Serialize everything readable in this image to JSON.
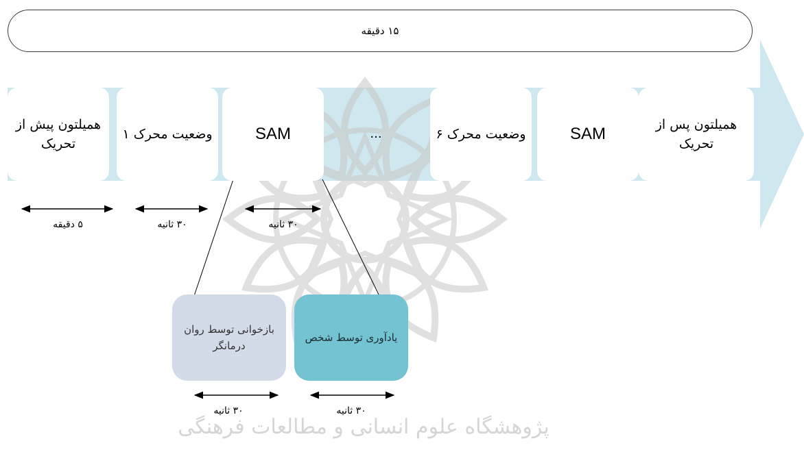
{
  "colors": {
    "big_arrow": "#cfe7ef",
    "therapist_box": "#d2dbe7",
    "self_box": "#73c3d2",
    "watermark": "#e2e2e2"
  },
  "top_banner": {
    "text": "۱۵ دقیقه"
  },
  "stages": [
    {
      "id": "pre-hamilton",
      "text": "همیلتون پیش از تحریک"
    },
    {
      "id": "trigger-state-1",
      "text": "وضعیت محرک ۱"
    },
    {
      "id": "sam-1",
      "text": "SAM"
    },
    {
      "id": "ellipsis",
      "text": "..."
    },
    {
      "id": "trigger-state-6",
      "text": "وضعیت محرک ۶"
    },
    {
      "id": "sam-2",
      "text": "SAM"
    },
    {
      "id": "post-hamilton",
      "text": "همیلتون پس از تحریک"
    }
  ],
  "durations": [
    {
      "id": "pre",
      "text": "۵ دقیقه"
    },
    {
      "id": "trigger",
      "text": "۳۰ ثانیه"
    },
    {
      "id": "sam",
      "text": "۳۰ ثانیه"
    },
    {
      "id": "therapist",
      "text": "۳۰ ثانیه"
    },
    {
      "id": "self",
      "text": "۳۰ ثانیه"
    }
  ],
  "sub_steps": {
    "therapist": {
      "text": "بازخوانی توسط روان درمانگر"
    },
    "self": {
      "text": "یادآوری توسط شخص"
    }
  },
  "watermark": {
    "text": "پژوهشگاه علوم انسانی و مطالعات فرهنگی",
    "icon": "ornamental-star-watermark-icon"
  }
}
